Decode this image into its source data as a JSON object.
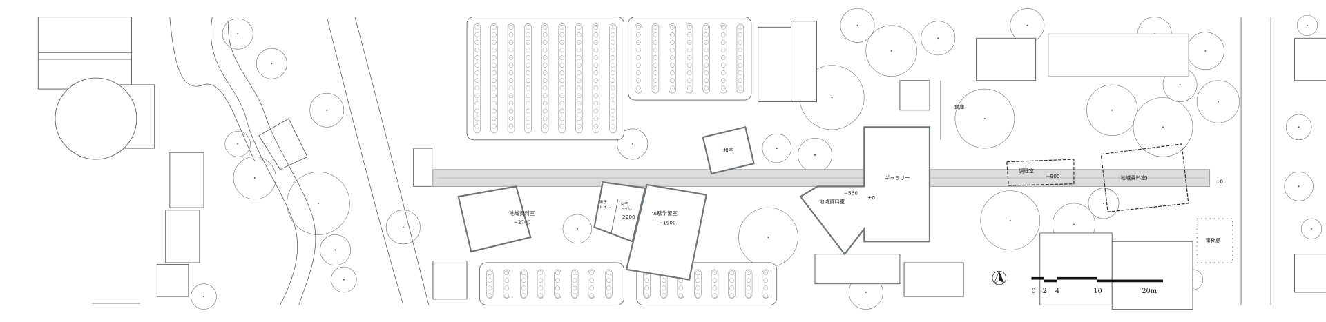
{
  "rooms": [
    {
      "name": "地域資料室",
      "level": "−2700"
    },
    {
      "name": "男子\nトイレ",
      "name_l1": "男子",
      "name_l2": "トイレ"
    },
    {
      "name_l1": "女子",
      "name_l2": "トイレ",
      "level": "−2200"
    },
    {
      "name": "体験学習室",
      "level": "−1900"
    },
    {
      "name": "和室"
    },
    {
      "name": "ギャラリー"
    },
    {
      "name": "地域資料室",
      "level": "−560"
    },
    {
      "level": "±0"
    },
    {
      "name": "調理室",
      "level": "+900"
    },
    {
      "name": "地域資料室Ⅰ"
    },
    {
      "level": "±0"
    },
    {
      "name": "事務局"
    },
    {
      "name": "倉庫"
    }
  ],
  "scale_bar": {
    "ticks": [
      "0",
      "2",
      "4",
      "10",
      "20m"
    ]
  },
  "colors": {
    "corridor": "#dcdcdc",
    "wall": "#6f7478",
    "line": "#555555"
  }
}
